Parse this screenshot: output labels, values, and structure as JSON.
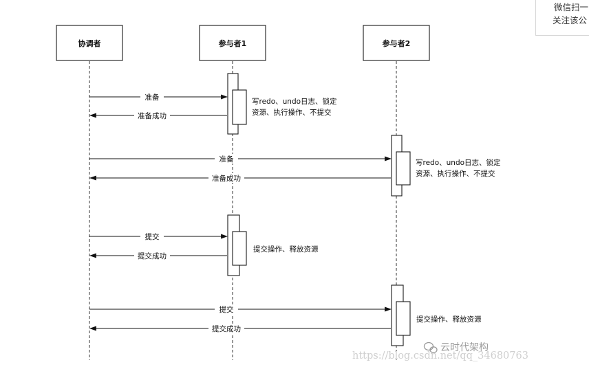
{
  "participants": [
    {
      "name": "协调者"
    },
    {
      "name": "参与者1"
    },
    {
      "name": "参与者2"
    }
  ],
  "messages": [
    {
      "label": "准备",
      "from": 0,
      "to": 1
    },
    {
      "label": "准备成功",
      "from": 1,
      "to": 0
    },
    {
      "label": "准备",
      "from": 0,
      "to": 2
    },
    {
      "label": "准备成功",
      "from": 2,
      "to": 0
    },
    {
      "label": "提交",
      "from": 0,
      "to": 1
    },
    {
      "label": "提交成功",
      "from": 1,
      "to": 0
    },
    {
      "label": "提交",
      "from": 0,
      "to": 2
    },
    {
      "label": "提交成功",
      "from": 2,
      "to": 0
    }
  ],
  "notes": [
    {
      "lines": [
        "写redo、undo日志、锁定",
        "资源、执行操作、不提交"
      ]
    },
    {
      "lines": [
        "写redo、undo日志、锁定",
        "资源、执行操作、不提交"
      ]
    },
    {
      "lines": [
        "提交操作、释放资源"
      ]
    },
    {
      "lines": [
        "提交操作、释放资源"
      ]
    }
  ],
  "overlay": {
    "qr_line1": "微信扫一",
    "qr_line2": "关注该公"
  },
  "watermark": {
    "url": "https://blog.csdn.net/qq_34680763",
    "brand": "云时代架构"
  }
}
